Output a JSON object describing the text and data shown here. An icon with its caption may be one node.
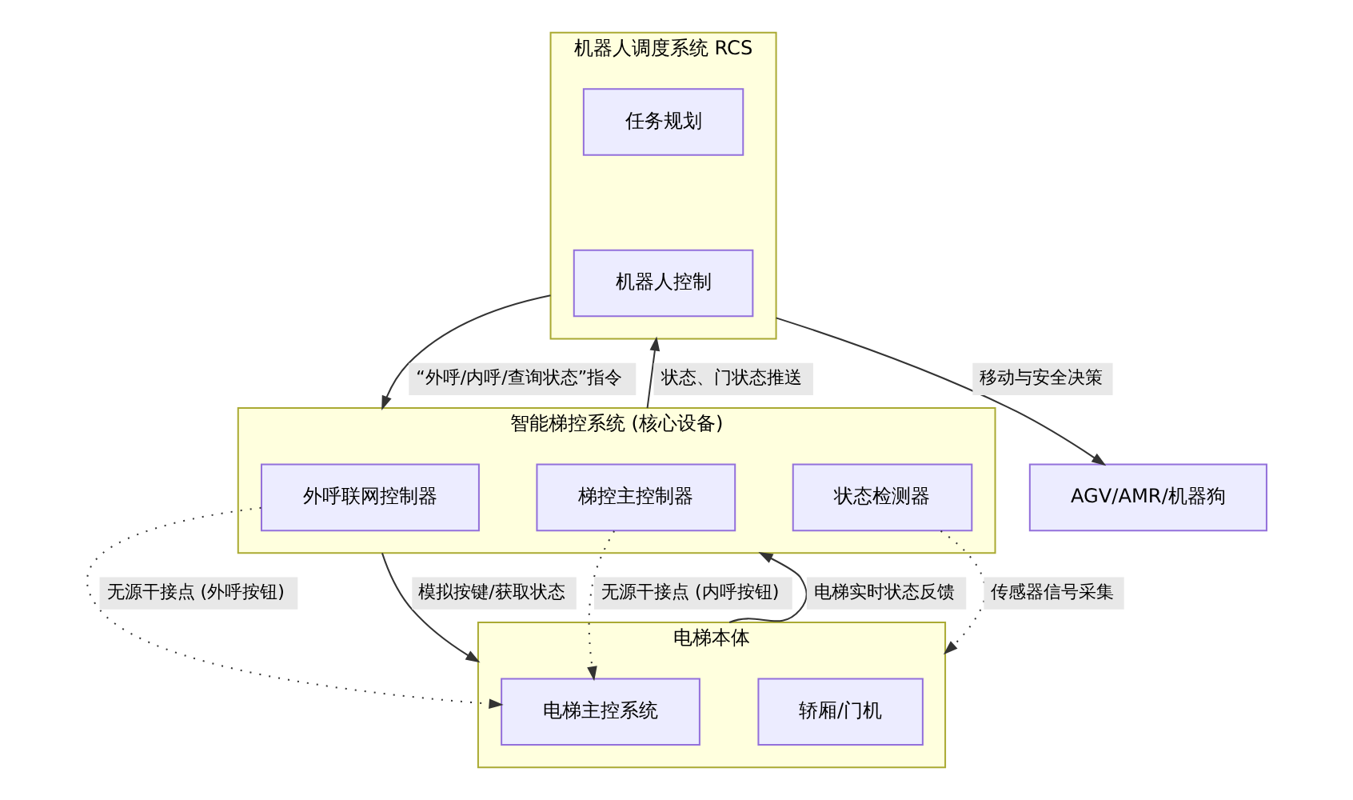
{
  "diagram": {
    "nodes": [
      {
        "text": [
          "机器人调度系统 RCS"
        ]
      },
      {
        "text": [
          "任务规划"
        ],
        "in": 0
      },
      {
        "text": [
          "机器人控制"
        ],
        "in": 0
      },
      {
        "text": [
          "智能梯控系统 (核心设备)"
        ]
      },
      {
        "text": [
          "外呼联网控制器"
        ],
        "in": 3
      },
      {
        "text": [
          "梯控主控制器"
        ],
        "in": 3
      },
      {
        "text": [
          "状态检测器"
        ],
        "in": 3
      },
      {
        "text": [
          "AGV/AMR/机器狗"
        ]
      },
      {
        "text": [
          "电梯本体"
        ]
      },
      {
        "text": [
          "电梯主控系统"
        ],
        "in": 8
      },
      {
        "text": [
          "轿厢/门机"
        ],
        "in": 8
      }
    ],
    "edges": [
      {
        "from": 0,
        "to": 3,
        "arrow": "to",
        "label": "“外呼/内呼/查询状态”指令"
      },
      {
        "from": 3,
        "to": 0,
        "arrow": "to",
        "label": "状态、门状态推送"
      },
      {
        "from": 0,
        "to": 7,
        "arrow": "to",
        "label": "移动与安全决策"
      },
      {
        "from": 4,
        "to": 9,
        "arrow": "to",
        "label": "无源干接点 (外呼按钮)",
        "style": "dashed"
      },
      {
        "from": 5,
        "to": 9,
        "arrow": "to",
        "label": "无源干接点 (内呼按钮)",
        "style": "dashed"
      },
      {
        "from": 3,
        "to": 8,
        "arrow": "to",
        "label": "模拟按键/获取状态"
      },
      {
        "from": 8,
        "to": 3,
        "arrow": "to",
        "label": "电梯实时状态反馈"
      },
      {
        "from": 6,
        "to": 8,
        "arrow": "to",
        "label": "传感器信号采集",
        "style": "dashed"
      }
    ]
  }
}
